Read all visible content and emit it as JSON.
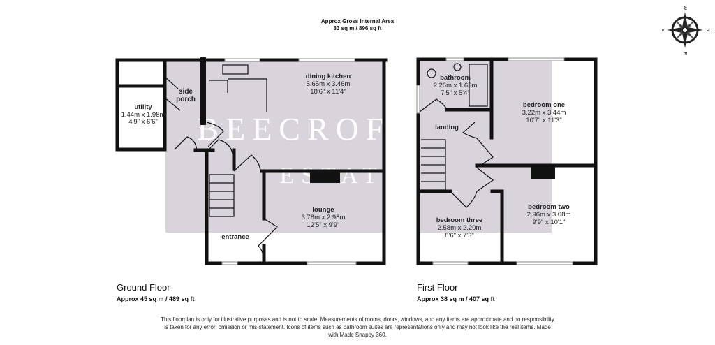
{
  "header": {
    "title": "Approx Gross Internal Area",
    "area": "83 sq m / 896 sq ft"
  },
  "watermark": {
    "line1": "BEECROFT",
    "line2": "ESTATES",
    "overlay_color": "#d9d3dc"
  },
  "compass": {
    "n": "N",
    "s": "S",
    "e": "E",
    "w": "W"
  },
  "ground_floor": {
    "name": "Ground Floor",
    "area": "Approx 45 sq m / 489 sq ft",
    "rooms": [
      {
        "name": "utility",
        "metric": "1.44m x 1.98m",
        "imperial": "4'9\" x 6'6\""
      },
      {
        "name": "side porch"
      },
      {
        "name": "dining kitchen",
        "metric": "5.65m x 3.46m",
        "imperial": "18'6\" x 11'4\""
      },
      {
        "name": "lounge",
        "metric": "3.78m x 2.98m",
        "imperial": "12'5\" x 9'9\""
      },
      {
        "name": "entrance"
      }
    ]
  },
  "first_floor": {
    "name": "First Floor",
    "area": "Approx 38 sq m / 407 sq ft",
    "rooms": [
      {
        "name": "bathroom",
        "metric": "2.26m x 1.63m",
        "imperial": "7'5\" x 5'4\""
      },
      {
        "name": "bedroom one",
        "metric": "3.22m x 3.44m",
        "imperial": "10'7\" x 11'3\""
      },
      {
        "name": "landing"
      },
      {
        "name": "bedroom three",
        "metric": "2.58m x 2.20m",
        "imperial": "8'6\" x 7'3\""
      },
      {
        "name": "bedroom two",
        "metric": "2.96m x 3.08m",
        "imperial": "9'9\" x 10'1\""
      }
    ]
  },
  "disclaimer": "This floorplan is only for illustrative purposes and is not to scale. Measurements of rooms, doors, windows, and any items are approximate and no responsibility is taken for any error, omission or mis-statement. Icons of items such as bathroom suites are representations only and may not look like the real items. Made with Made Snappy 360."
}
